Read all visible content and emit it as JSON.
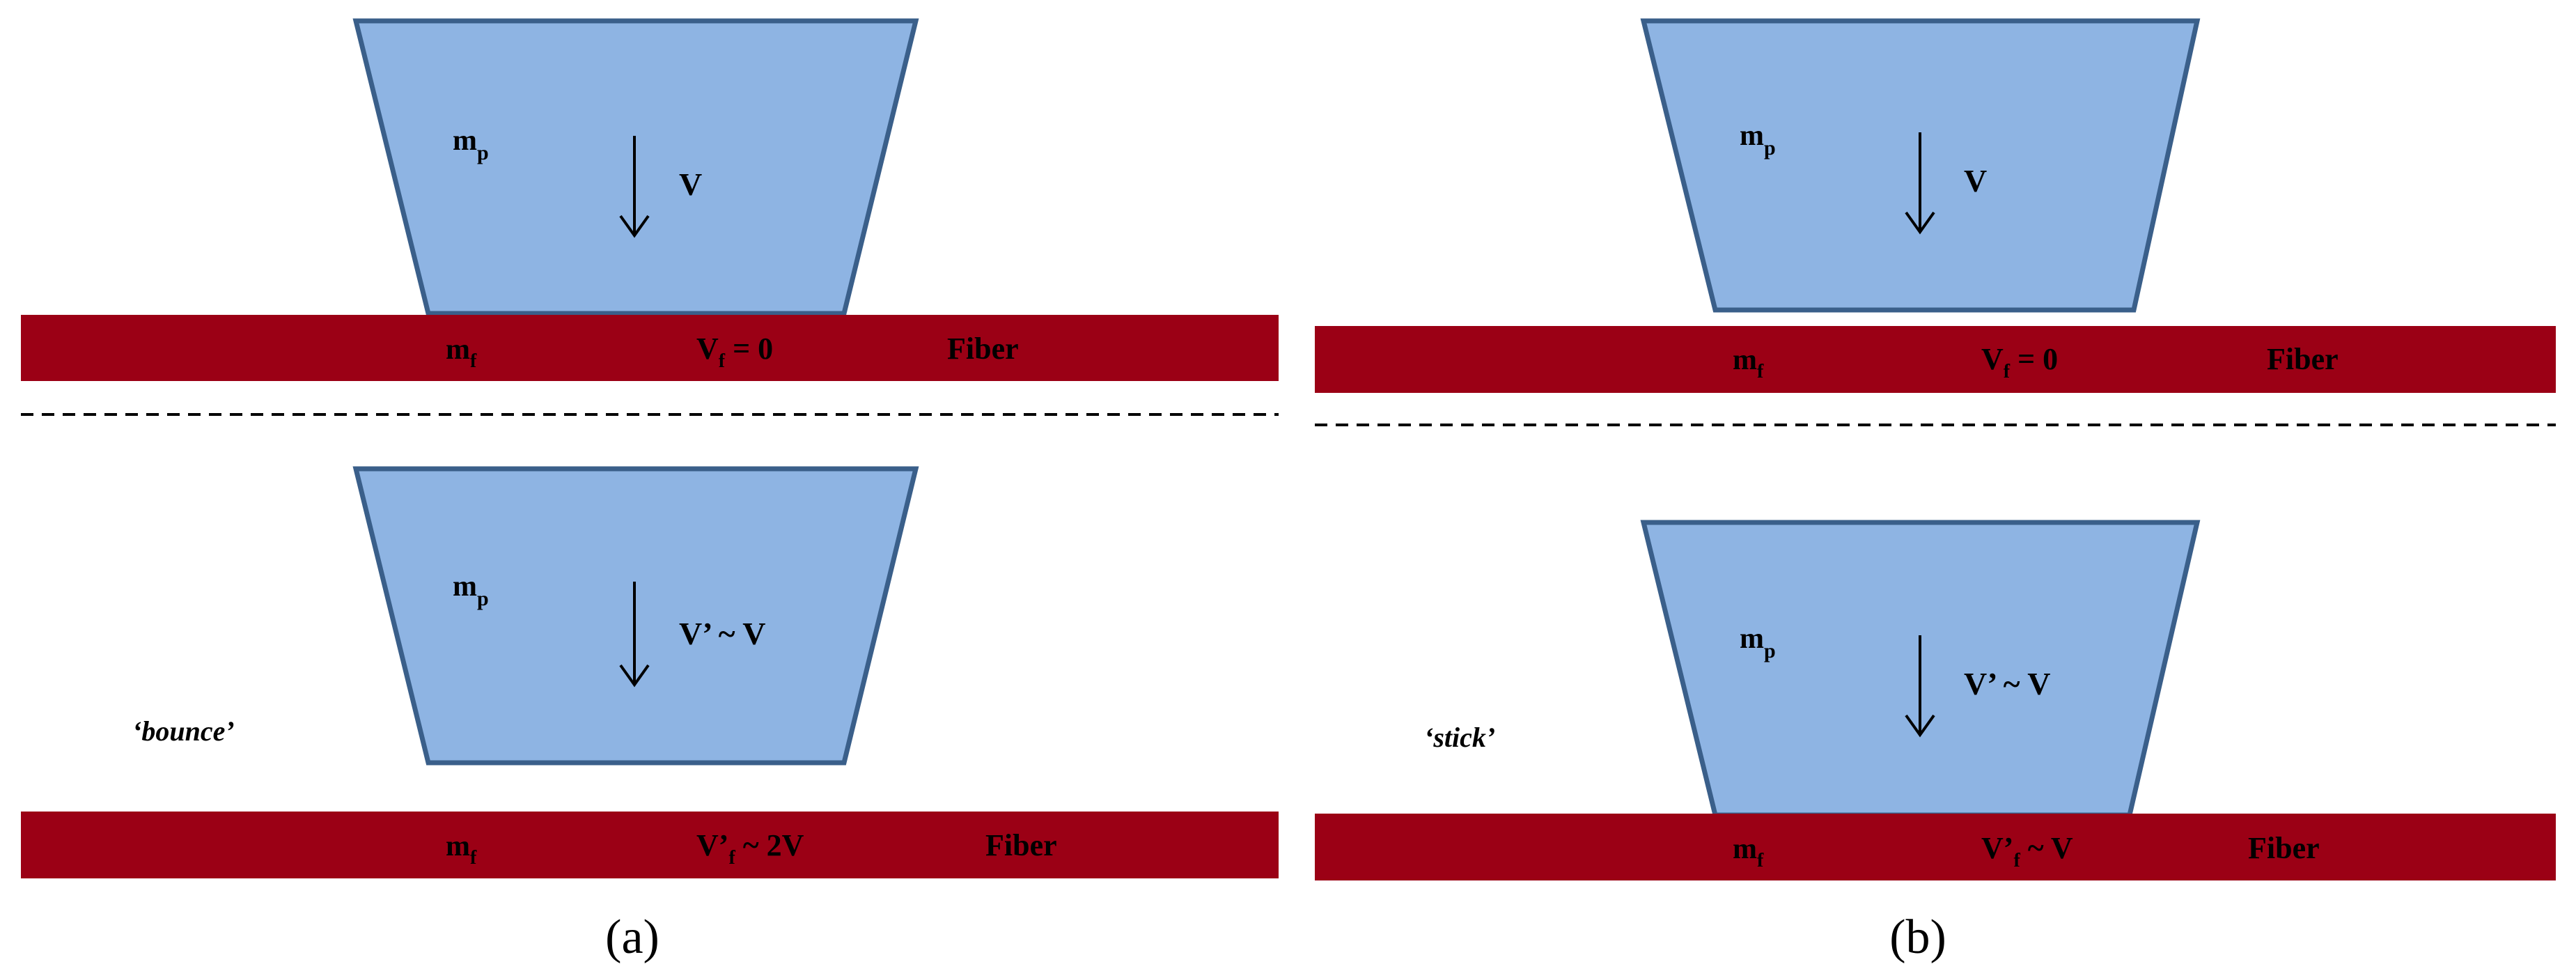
{
  "colors": {
    "particle_fill": "#8eb4e3",
    "particle_stroke": "#3a5f8a",
    "fiber_fill": "#9b0015",
    "arrow": "#000000",
    "divider": "#000000"
  },
  "panels": {
    "a": {
      "label": "(a)",
      "top": {
        "particle_mass": "m",
        "particle_mass_sub": "p",
        "velocity": "V",
        "fiber_mass": "m",
        "fiber_mass_sub": "f",
        "fiber_velocity_main": "V",
        "fiber_velocity_sub": "f",
        "fiber_velocity_rest": " = 0",
        "fiber_label": "Fiber"
      },
      "bottom": {
        "particle_mass": "m",
        "particle_mass_sub": "p",
        "velocity": "V’ ~ V",
        "note": "‘bounce’",
        "fiber_mass": "m",
        "fiber_mass_sub": "f",
        "fiber_velocity_main": "V’",
        "fiber_velocity_sub": "f",
        "fiber_velocity_rest": " ~ 2V",
        "fiber_label": "Fiber"
      }
    },
    "b": {
      "label": "(b)",
      "top": {
        "particle_mass": "m",
        "particle_mass_sub": "p",
        "velocity": "V",
        "fiber_mass": "m",
        "fiber_mass_sub": "f",
        "fiber_velocity_main": "V",
        "fiber_velocity_sub": "f",
        "fiber_velocity_rest": " = 0",
        "fiber_label": "Fiber"
      },
      "bottom": {
        "particle_mass": "m",
        "particle_mass_sub": "p",
        "velocity": "V’ ~ V",
        "note": "‘stick’",
        "fiber_mass": "m",
        "fiber_mass_sub": "f",
        "fiber_velocity_main": "V’",
        "fiber_velocity_sub": "f",
        "fiber_velocity_rest": " ~ V",
        "fiber_label": "Fiber"
      }
    }
  }
}
